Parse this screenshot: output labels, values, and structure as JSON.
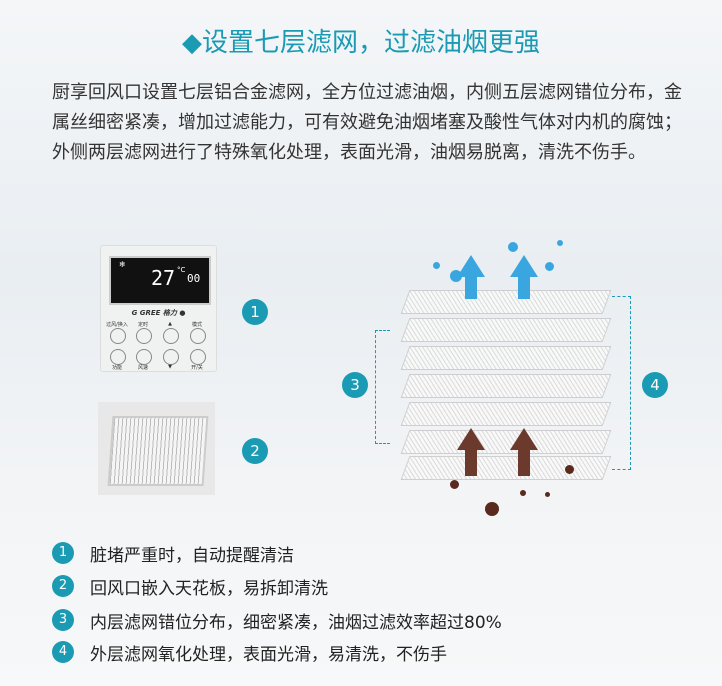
{
  "title": "◆设置七层滤网，过滤油烟更强",
  "description": "厨享回风口设置七层铝合金滤网，全方位过滤油烟，内侧五层滤网错位分布，金属丝细密紧凑，增加过滤能力，可有效避免油烟堵塞及酸性气体对内机的腐蚀；外侧两层滤网进行了特殊氧化处理，表面光滑，油烟易脱离，清洗不伤手。",
  "remote": {
    "temperature": "27",
    "unit": "°C",
    "timer": "00",
    "brand": "GREE 格力",
    "buttons": [
      "过风/换入",
      "定时",
      "▲",
      "模式",
      "功能",
      "风速",
      "▼",
      "开/关"
    ]
  },
  "callouts": [
    "1",
    "2",
    "3",
    "4"
  ],
  "features": [
    {
      "num": "1",
      "text": "脏堵严重时，自动提醒清洁"
    },
    {
      "num": "2",
      "text": "回风口嵌入天花板，易拆卸清洗"
    },
    {
      "num": "3",
      "text": "内层滤网错位分布，细密紧凑，油烟过滤效率超过80%"
    },
    {
      "num": "4",
      "text": "外层滤网氧化处理，表面光滑，易清洗，不伤手"
    }
  ],
  "colors": {
    "accent": "#1a9bb3",
    "oil": "#5a2a1f",
    "droplet": "#3aa6e0"
  }
}
